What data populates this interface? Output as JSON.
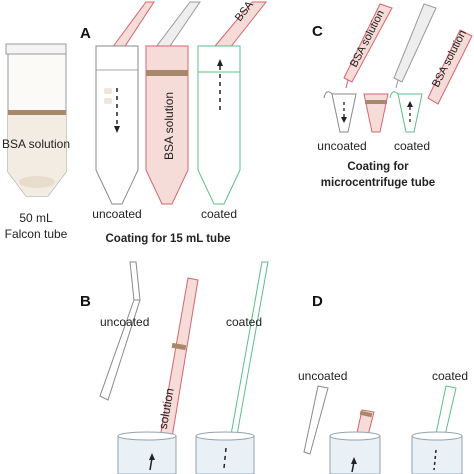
{
  "panels": {
    "a": "A",
    "b": "B",
    "c": "C",
    "d": "D"
  },
  "falcon": {
    "solution": "BSA solution",
    "volume": "50 mL",
    "name": "Falcon tube"
  },
  "panel_a": {
    "uncoated": "uncoated",
    "coated": "coated",
    "caption": "Coating for 15 mL tube",
    "tube_solution": "BSA solution",
    "pipette_label": "BSA solution",
    "pipette_label_cut": "BSA"
  },
  "panel_b": {
    "uncoated": "uncoated",
    "coated": "coated",
    "pipette_label": "BSA solution"
  },
  "panel_c": {
    "uncoated": "uncoated",
    "coated": "coated",
    "caption_line1": "Coating for",
    "caption_line2": "microcentrifuge tube",
    "pipette_label": "BSA solution",
    "pipette_label_2": "BSA solution"
  },
  "panel_d": {
    "uncoated": "uncoated",
    "coated": "coated"
  },
  "colors": {
    "uncoated_outline": "#8a8a8a",
    "bsa_outline": "#d9636e",
    "bsa_fill": "#f6dcd8",
    "coated_outline": "#5bbf8a",
    "liquid": "#c9aa8d",
    "liquid_band": "#a8876a",
    "falcon_outline": "#9a9a9a",
    "beaker_fill": "#e9f1f6",
    "beaker_outline": "#8fa3b0"
  }
}
